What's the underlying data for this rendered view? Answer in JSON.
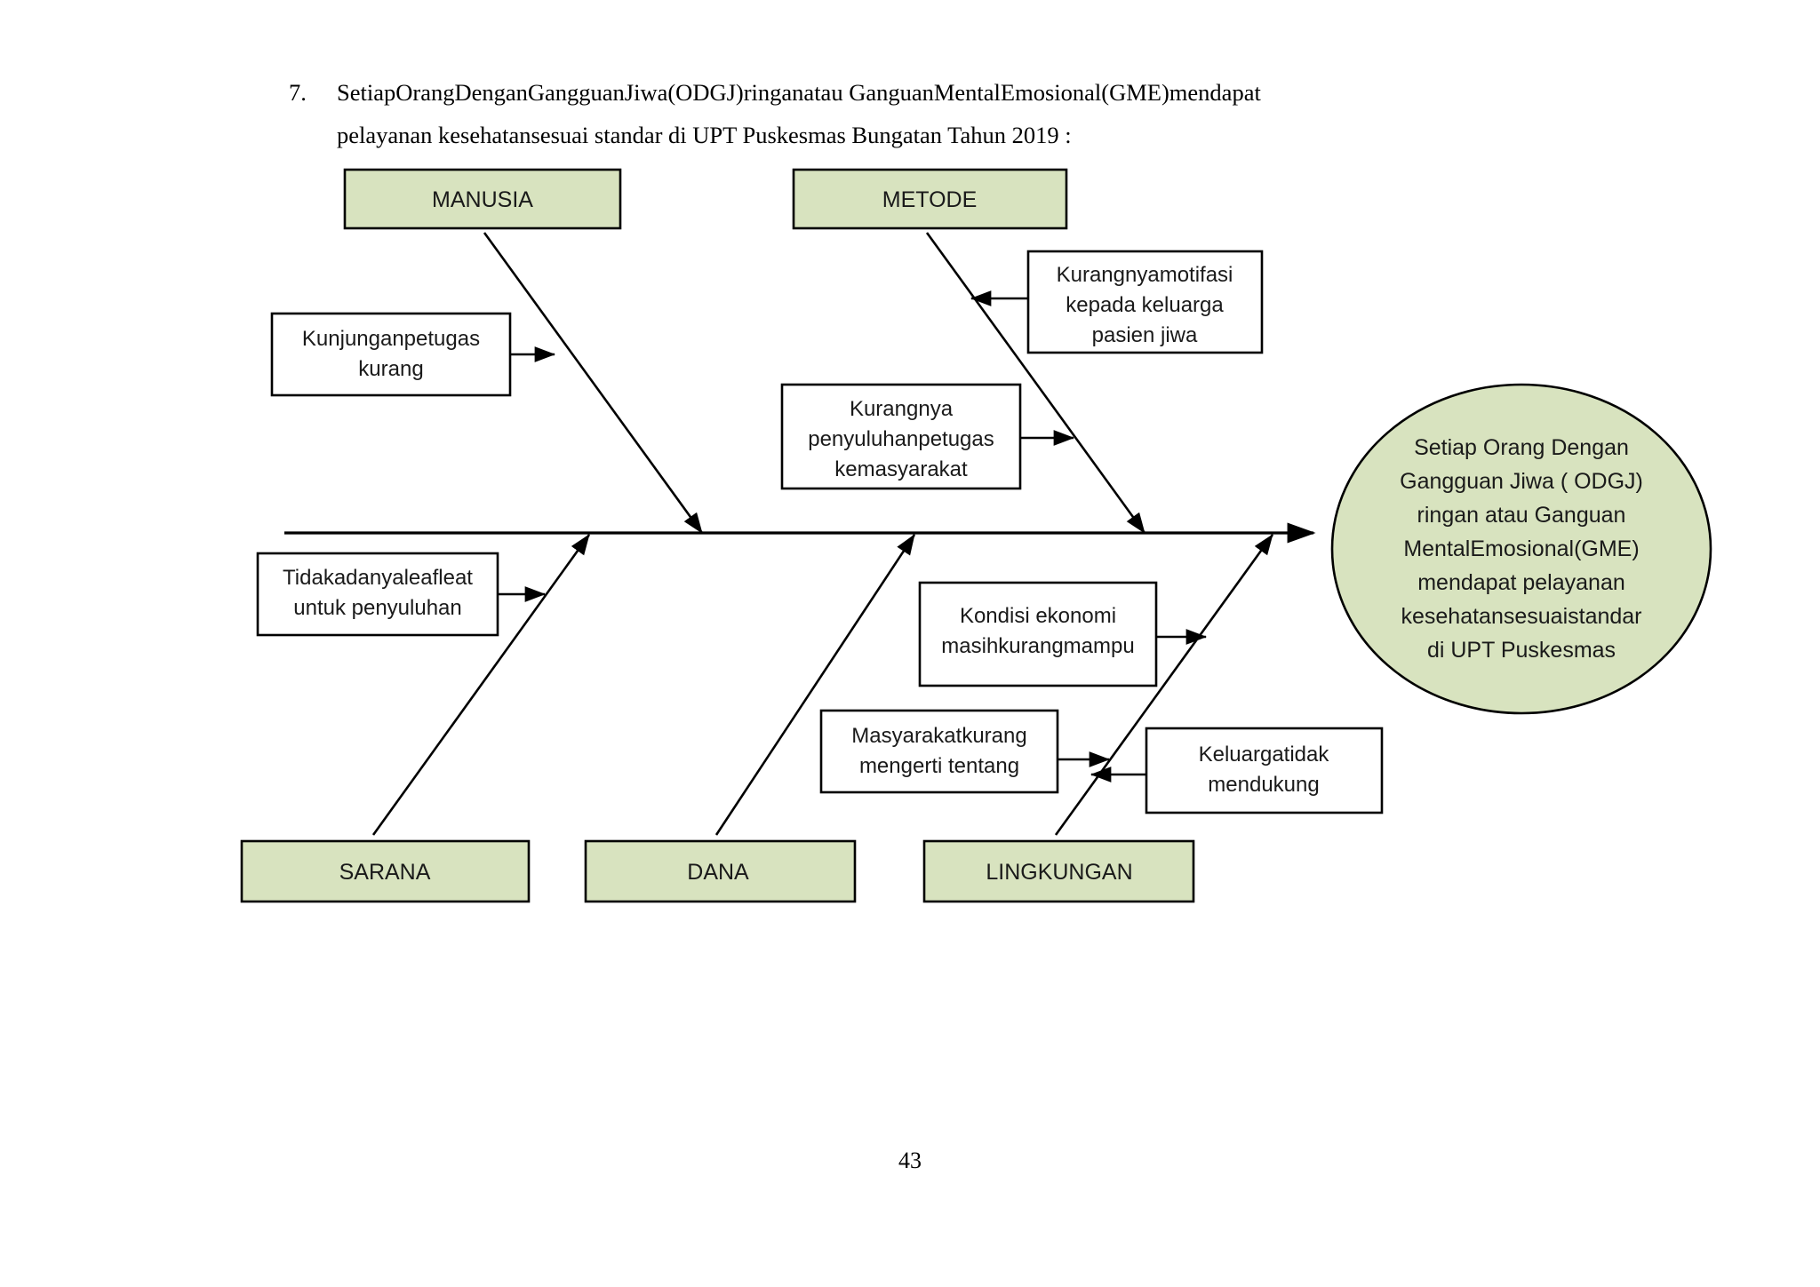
{
  "document": {
    "item_number": "7.",
    "heading_line1": "SetiapOrangDenganGangguanJiwa(ODGJ)ringanatau GanguanMentalEmosional(GME)mendapat",
    "heading_line2": "pelayanan kesehatansesuai standar di UPT Puskesmas Bungatan Tahun 2019 :",
    "page_number": "43"
  },
  "colors": {
    "category_fill": "#d8e3bf",
    "box_fill": "#ffffff",
    "stroke": "#000000",
    "text": "#1a1a1a"
  },
  "diagram": {
    "type": "fishbone-ishikawa",
    "effect": {
      "lines": [
        "Setiap Orang Dengan",
        "Gangguan Jiwa ( ODGJ)",
        "ringan atau Ganguan",
        "MentalEmosional(GME)",
        "mendapat pelayanan",
        "kesehatansesuaistandar",
        "di UPT Puskesmas"
      ]
    },
    "categories": [
      {
        "id": "manusia",
        "label": "MANUSIA",
        "position": "top"
      },
      {
        "id": "metode",
        "label": "METODE",
        "position": "top"
      },
      {
        "id": "sarana",
        "label": "SARANA",
        "position": "bottom"
      },
      {
        "id": "dana",
        "label": "DANA",
        "position": "bottom"
      },
      {
        "id": "lingkungan",
        "label": "LINGKUNGAN",
        "position": "bottom"
      }
    ],
    "causes": [
      {
        "id": "kunjungan-petugas",
        "category": "manusia",
        "lines": [
          "Kunjunganpetugas",
          "kurang"
        ]
      },
      {
        "id": "kurangnya-motifasi",
        "category": "metode",
        "lines": [
          "Kurangnyamotifasi",
          "kepada keluarga",
          "pasien jiwa"
        ]
      },
      {
        "id": "kurangnya-penyuluhan",
        "category": "metode",
        "lines": [
          "Kurangnya",
          "penyuluhanpetugas",
          "kemasyarakat"
        ]
      },
      {
        "id": "tidak-ada-leafleat",
        "category": "sarana",
        "lines": [
          "Tidakadanyaleafleat",
          "untuk penyuluhan"
        ]
      },
      {
        "id": "kondisi-ekonomi",
        "category": "dana",
        "lines": [
          "Kondisi ekonomi",
          "masihkurangmampu"
        ]
      },
      {
        "id": "masyarakat-kurang-mengerti",
        "category": "lingkungan",
        "lines": [
          "Masyarakatkurang",
          "mengerti tentang"
        ]
      },
      {
        "id": "keluarga-tidak-mendukung",
        "category": "lingkungan",
        "lines": [
          "Keluargatidak",
          "mendukung"
        ]
      }
    ]
  }
}
